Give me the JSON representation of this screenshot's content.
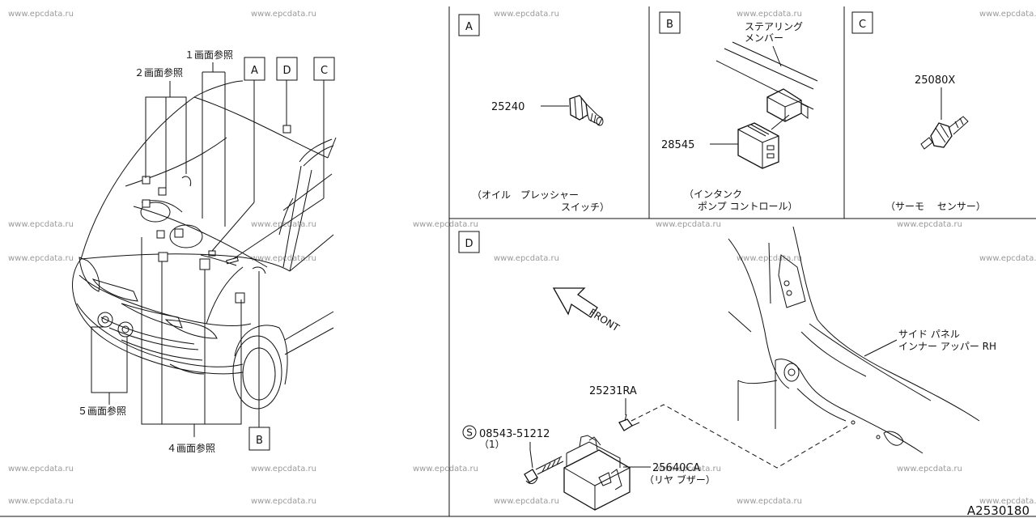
{
  "watermark": "www.epcdata.ru",
  "figure_id": "A2530180",
  "overview": {
    "ref_page1": "１画面参照",
    "ref_page2": "２画面参照",
    "ref_page4": "４画面参照",
    "ref_page5": "５画面参照",
    "callout_A": "A",
    "callout_B": "B",
    "callout_C": "C",
    "callout_D": "D"
  },
  "panel_a": {
    "letter": "A",
    "part_number": "25240",
    "caption_line1": "（オイル　プレッシャー",
    "caption_line2": "スイッチ）"
  },
  "panel_b": {
    "letter": "B",
    "part_number": "28545",
    "member_line1": "ステアリング",
    "member_line2": "メンバー",
    "caption_line1": "（インタンク",
    "caption_line2": "ポンプ コントロール）"
  },
  "panel_c": {
    "letter": "C",
    "part_number": "25080X",
    "caption": "（サーモ　 センサー）"
  },
  "panel_d": {
    "letter": "D",
    "front_label": "FRONT",
    "part_grommet": "25231RA",
    "bolt_symbol": "S",
    "bolt_number": "08543-51212",
    "bolt_qty": "（1）",
    "buzzer_number": "25640CA",
    "buzzer_name": "（リヤ ブザー）",
    "panel_line1": "サイド パネル",
    "panel_line2": "インナー アッパー RH"
  }
}
